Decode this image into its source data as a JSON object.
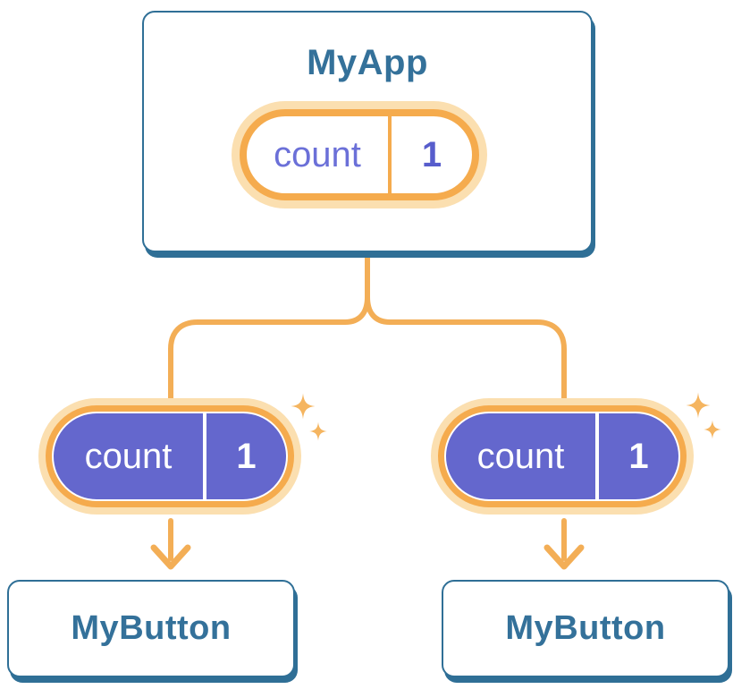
{
  "colors": {
    "cardBorder": "#2F6F96",
    "cardText": "#34719A",
    "orange": "#F5AB4D",
    "halo": "#FBDFB0",
    "purple": "#6467CD",
    "purpleText": "#6B70D8",
    "purpleValue": "#575DCC",
    "sparkle": "#F5B560",
    "connector": "#F3AE56"
  },
  "root": {
    "title": "MyApp",
    "state": {
      "label": "count",
      "value": "1"
    }
  },
  "children": [
    {
      "title": "MyButton",
      "prop": {
        "label": "count",
        "value": "1"
      }
    },
    {
      "title": "MyButton",
      "prop": {
        "label": "count",
        "value": "1"
      }
    }
  ]
}
